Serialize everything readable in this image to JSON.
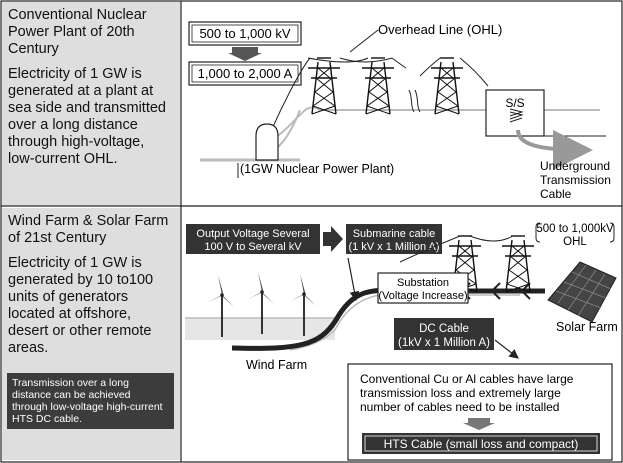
{
  "top_panel": {
    "title": "Conventional Nuclear Power Plant of 20th Century",
    "description": "Electricity of 1 GW is generated at a plant at sea side and transmitted over a long distance through high-voltage, low-current OHL.",
    "voltage_box": "500 to 1,000 kV",
    "current_box": "1,000 to 2,000 A",
    "ohl_label": "Overhead Line (OHL)",
    "plant_label": "(1GW Nuclear Power Plant)",
    "substation_label": "S/S",
    "cable_label": [
      "Underground",
      "Transmission",
      "Cable"
    ]
  },
  "bottom_panel": {
    "title": "Wind Farm & Solar Farm of 21st Century",
    "description": "Electricity of 1 GW is generated by 10 to100 units of generators located at offshore, desert or other remote areas.",
    "note": "Transmission over a long distance can be achieved through low-voltage high-current HTS DC cable.",
    "output_box": [
      "Output Voltage Several",
      "100 V to Several kV"
    ],
    "submarine_box": [
      "Submarine cable",
      "(1 kV x 1 Million A)"
    ],
    "ohl_box": [
      "500 to 1,000kV",
      "OHL"
    ],
    "substation_box": [
      "Substation",
      "(Voltage Increase)"
    ],
    "dc_box": [
      "DC Cable",
      "(1kV x 1 Million A)"
    ],
    "wind_label": "Wind Farm",
    "solar_label": "Solar Farm",
    "conventional_note": [
      "Conventional Cu or Al cables have large",
      "transmission loss and extremely large",
      "number of cables need to be installed"
    ],
    "hts_box": "HTS Cable (small loss and compact)"
  }
}
